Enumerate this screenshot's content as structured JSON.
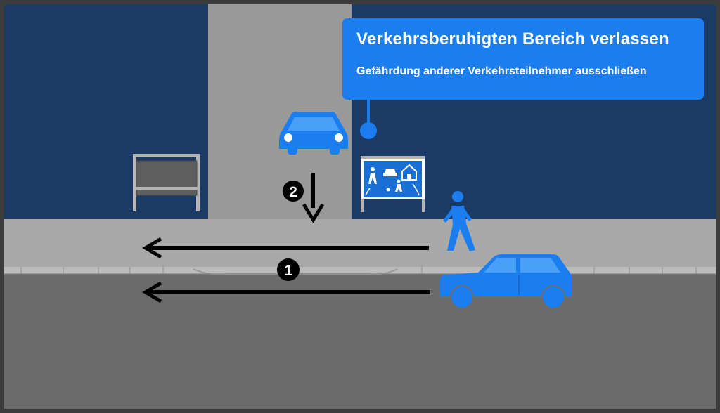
{
  "info_box": {
    "title": "Verkehrsberuhigten Bereich verlassen",
    "subtitle": "Gefährdung anderer Verkehrsteilnehmer ausschließen"
  },
  "steps": [
    {
      "number": "1",
      "meaning": "main-road-traffic"
    },
    {
      "number": "2",
      "meaning": "exit-movement"
    }
  ],
  "colors": {
    "frame": "#3c3c3c",
    "building": "#1c3a66",
    "side_area": "#999999",
    "sidewalk": "#a9a9a9",
    "curb": "#bcbcbc",
    "road": "#6b6b6b",
    "accent_blue": "#1a7ef0",
    "arrow": "#000000",
    "sign_blank": "#5e5e5e",
    "sign_frame": "#b4b4b4"
  },
  "icons": {
    "vehicle_front": "car-front-icon",
    "vehicle_side": "car-side-icon",
    "pedestrian": "pedestrian-icon",
    "traffic_sign": "play-street-sign-icon",
    "blank_sign": "blank-sign-icon"
  }
}
